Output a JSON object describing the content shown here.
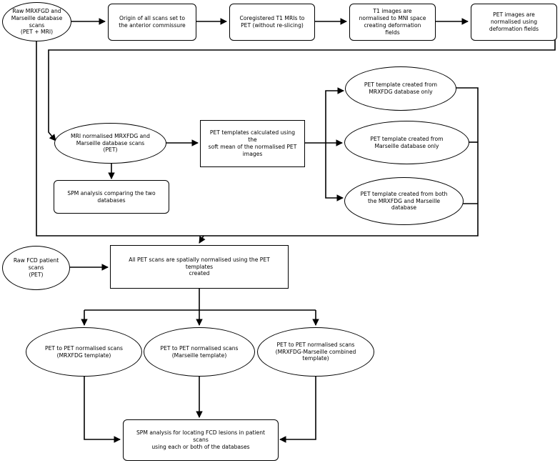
{
  "flowchart": {
    "raw_db_scans": "Raw MRXFGD and\nMarseille database\nscans\n(PET + MRI)",
    "origin_step": "Origin of all scans set to\nthe anterior commissure",
    "coreg_step": "Coregistered T1 MRIs to\nPET (without re-slicing)",
    "t1_norm_step": "T1 images are\nnormalised to MNI space\ncreating deformation\nfields",
    "pet_norm_step": "PET images are\nnormalised using\ndeformation fields",
    "mri_norm_scans": "MRI normalised MRXFDG and\nMarseille database scans\n(PET)",
    "templates_calc": "PET templates calculated using the\nsoft mean of  the normalised PET\nimages",
    "template_mrxfdg": "PET template created from\nMRXFDG database only",
    "template_marseille": "PET template created from\nMarseille database only",
    "template_both": "PET template created from both\nthe MRXFDG and Marseille\ndatabase",
    "spm_compare": "SPM analysis comparing the two\ndatabases",
    "raw_fcd": "Raw FCD patient\nscans\n(PET)",
    "spatial_norm": "All PET scans are spatially normalised using the PET templates\ncreated",
    "out_mrxfdg": "PET to PET normalised scans\n(MRXFDG template)",
    "out_marseille": "PET to PET normalised scans\n(Marseille template)",
    "out_combined": "PET to PET normalised scans\n(MRXFDG-Marseille combined\ntemplate)",
    "spm_fcd": "SPM analysis for locating FCD lesions in patient scans\nusing each or both of the databases"
  },
  "colors": {
    "stroke": "#000000",
    "fill": "#ffffff"
  }
}
